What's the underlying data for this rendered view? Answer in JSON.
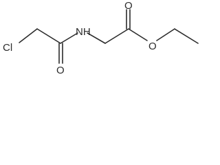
{
  "molecule": {
    "atoms": {
      "chlorine": "Cl",
      "amide_nitrogen": "NH",
      "amide_oxygen": "O",
      "carbonyl_oxygen": "O",
      "ester_oxygen": "O"
    },
    "bond_color": "#2b2b2b",
    "background_color": "#ffffff"
  }
}
